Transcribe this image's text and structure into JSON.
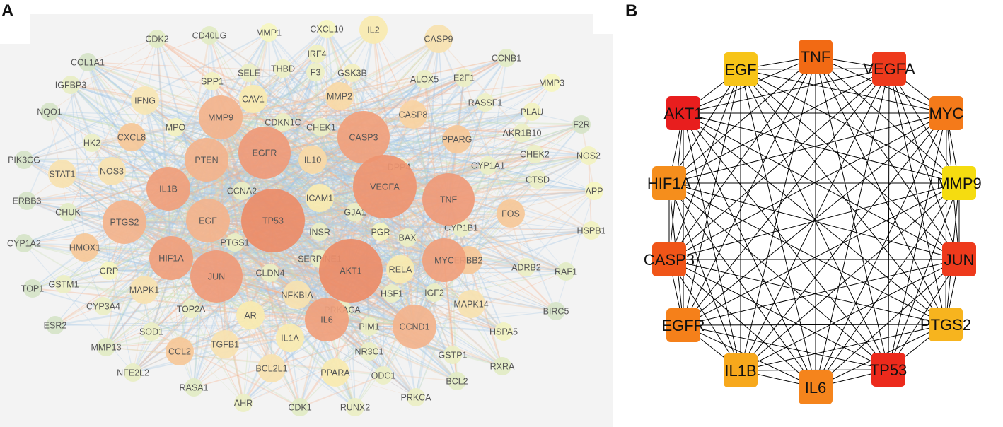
{
  "panels": {
    "a": {
      "label": "A",
      "nodes": [
        {
          "id": "CDK2",
          "size": "s",
          "color": "#e2ebc4"
        },
        {
          "id": "CD40LG",
          "size": "s",
          "color": "#e2ebc4"
        },
        {
          "id": "MMP1",
          "size": "s",
          "color": "#f6f6c0"
        },
        {
          "id": "CXCL10",
          "size": "s",
          "color": "#f6f6c0"
        },
        {
          "id": "IL2",
          "size": "m",
          "color": "#f9eab0"
        },
        {
          "id": "CASP9",
          "size": "m",
          "color": "#f7e2b0"
        },
        {
          "id": "CCNB1",
          "size": "s",
          "color": "#e2ebc4"
        },
        {
          "id": "COL1A1",
          "size": "s",
          "color": "#d6e4c8"
        },
        {
          "id": "IRF4",
          "size": "s",
          "color": "#f0f0c0"
        },
        {
          "id": "IGFBP3",
          "size": "s",
          "color": "#e8eec4"
        },
        {
          "id": "SPP1",
          "size": "s",
          "color": "#f4f2c0"
        },
        {
          "id": "SELE",
          "size": "s",
          "color": "#ecefc4"
        },
        {
          "id": "THBD",
          "size": "s",
          "color": "#eef0c4"
        },
        {
          "id": "F3",
          "size": "s",
          "color": "#eef0c4"
        },
        {
          "id": "GSK3B",
          "size": "s",
          "color": "#f3efbf"
        },
        {
          "id": "ALOX5",
          "size": "s",
          "color": "#ecefc4"
        },
        {
          "id": "E2F1",
          "size": "s",
          "color": "#ecefc4"
        },
        {
          "id": "MMP3",
          "size": "s",
          "color": "#f6f6c0"
        },
        {
          "id": "NQO1",
          "size": "s",
          "color": "#d6e4c8"
        },
        {
          "id": "IFNG",
          "size": "m",
          "color": "#f7e6b4"
        },
        {
          "id": "CAV1",
          "size": "m",
          "color": "#f9eab0"
        },
        {
          "id": "MMP2",
          "size": "m",
          "color": "#f8d9a6"
        },
        {
          "id": "RASSF1",
          "size": "s",
          "color": "#eef0c4"
        },
        {
          "id": "PLAU",
          "size": "s",
          "color": "#f2f2c0"
        },
        {
          "id": "MMP9",
          "size": "l",
          "color": "#f3b38c"
        },
        {
          "id": "MPO",
          "size": "s",
          "color": "#f4f2c0"
        },
        {
          "id": "CDKN1C",
          "size": "s",
          "color": "#ecefc4"
        },
        {
          "id": "CHEK1",
          "size": "s",
          "color": "#ecefc4"
        },
        {
          "id": "CASP8",
          "size": "m",
          "color": "#f8d3a2"
        },
        {
          "id": "F2R",
          "size": "s",
          "color": "#d6e4c8"
        },
        {
          "id": "HK2",
          "size": "s",
          "color": "#ecefc4"
        },
        {
          "id": "CXCL8",
          "size": "m",
          "color": "#f6c898"
        },
        {
          "id": "CASP3",
          "size": "xl",
          "color": "#f0a07c"
        },
        {
          "id": "PPARG",
          "size": "m",
          "color": "#f6c898"
        },
        {
          "id": "AKR1B10",
          "size": "s",
          "color": "#ecefc4"
        },
        {
          "id": "PIK3CG",
          "size": "s",
          "color": "#d6e4c8"
        },
        {
          "id": "EGFR",
          "size": "xl",
          "color": "#ef9a78"
        },
        {
          "id": "PTEN",
          "size": "l",
          "color": "#f3b38c"
        },
        {
          "id": "IL10",
          "size": "m",
          "color": "#f8d9a6"
        },
        {
          "id": "CHEK2",
          "size": "s",
          "color": "#ecefc4"
        },
        {
          "id": "NOS2",
          "size": "s",
          "color": "#f2f2c0"
        },
        {
          "id": "STAT1",
          "size": "m",
          "color": "#f7e2b0"
        },
        {
          "id": "NOS3",
          "size": "m",
          "color": "#f7e2b0"
        },
        {
          "id": "DPP4",
          "size": "s",
          "color": "#ecefc4"
        },
        {
          "id": "CYP1A1",
          "size": "s",
          "color": "#ecefc4"
        },
        {
          "id": "CTSD",
          "size": "s",
          "color": "#ecefc4"
        },
        {
          "id": "APP",
          "size": "s",
          "color": "#f6f6c0"
        },
        {
          "id": "ERBB3",
          "size": "s",
          "color": "#d6e4c8"
        },
        {
          "id": "IL1B",
          "size": "l",
          "color": "#f0a07c"
        },
        {
          "id": "CCNA2",
          "size": "s",
          "color": "#ecefc4"
        },
        {
          "id": "VEGFA",
          "size": "xxl",
          "color": "#ee9470"
        },
        {
          "id": "TNF",
          "size": "xl",
          "color": "#ef9a78"
        },
        {
          "id": "CHUK",
          "size": "s",
          "color": "#e2ebc4"
        },
        {
          "id": "ICAM1",
          "size": "m",
          "color": "#f9eab0"
        },
        {
          "id": "GJA1",
          "size": "s",
          "color": "#ecefc4"
        },
        {
          "id": "FOS",
          "size": "m",
          "color": "#f6c898"
        },
        {
          "id": "PTGS2",
          "size": "l",
          "color": "#f3b38c"
        },
        {
          "id": "EGF",
          "size": "l",
          "color": "#f3b38c"
        },
        {
          "id": "TP53",
          "size": "xxl",
          "color": "#ec8c68"
        },
        {
          "id": "CYP1A2",
          "size": "s",
          "color": "#d6e4c8"
        },
        {
          "id": "HSPB1",
          "size": "s",
          "color": "#f2f2c0"
        },
        {
          "id": "INSR",
          "size": "s",
          "color": "#ecefc4"
        },
        {
          "id": "PGR",
          "size": "s",
          "color": "#f6f6c0"
        },
        {
          "id": "CYP1B1",
          "size": "s",
          "color": "#ecefc4"
        },
        {
          "id": "HMOX1",
          "size": "m",
          "color": "#f6c898"
        },
        {
          "id": "BAX",
          "size": "s",
          "color": "#ecefc4"
        },
        {
          "id": "PTGS1",
          "size": "s",
          "color": "#ecefc4"
        },
        {
          "id": "HIF1A",
          "size": "l",
          "color": "#f0a07c"
        },
        {
          "id": "SERPINE1",
          "size": "s",
          "color": "#ecefc4"
        },
        {
          "id": "MYC",
          "size": "l",
          "color": "#f0a07c"
        },
        {
          "id": "ERBB2",
          "size": "m",
          "color": "#f6c898"
        },
        {
          "id": "CRP",
          "size": "s",
          "color": "#f6f6c0"
        },
        {
          "id": "JUN",
          "size": "xl",
          "color": "#ef9a78"
        },
        {
          "id": "CLDN4",
          "size": "s",
          "color": "#ecefc4"
        },
        {
          "id": "AKT1",
          "size": "xxl",
          "color": "#ec8c68"
        },
        {
          "id": "RELA",
          "size": "m",
          "color": "#f9eab0"
        },
        {
          "id": "ADRB2",
          "size": "s",
          "color": "#ecefc4"
        },
        {
          "id": "RAF1",
          "size": "s",
          "color": "#e2ebc4"
        },
        {
          "id": "TOP1",
          "size": "s",
          "color": "#d6e4c8"
        },
        {
          "id": "GSTM1",
          "size": "s",
          "color": "#ecefc4"
        },
        {
          "id": "MAPK1",
          "size": "m",
          "color": "#f7e2b0"
        },
        {
          "id": "NFKBIA",
          "size": "m",
          "color": "#f7e2b0"
        },
        {
          "id": "HSF1",
          "size": "s",
          "color": "#ecefc4"
        },
        {
          "id": "IGF2",
          "size": "s",
          "color": "#ecefc4"
        },
        {
          "id": "CYP3A4",
          "size": "s",
          "color": "#ecefc4"
        },
        {
          "id": "MAPK14",
          "size": "m",
          "color": "#f7e2b0"
        },
        {
          "id": "TOP2A",
          "size": "s",
          "color": "#ecefc4"
        },
        {
          "id": "AR",
          "size": "m",
          "color": "#f9eab0"
        },
        {
          "id": "PRKACA",
          "size": "s",
          "color": "#ecefc4"
        },
        {
          "id": "BIRC5",
          "size": "s",
          "color": "#d6e4c8"
        },
        {
          "id": "ESR2",
          "size": "s",
          "color": "#d6e4c8"
        },
        {
          "id": "IL6",
          "size": "l",
          "color": "#f0a07c"
        },
        {
          "id": "PIM1",
          "size": "s",
          "color": "#ecefc4"
        },
        {
          "id": "SOD1",
          "size": "s",
          "color": "#ecefc4"
        },
        {
          "id": "CCND1",
          "size": "l",
          "color": "#f3b38c"
        },
        {
          "id": "HSPA5",
          "size": "s",
          "color": "#f2f2c0"
        },
        {
          "id": "IL1A",
          "size": "m",
          "color": "#f9eab0"
        },
        {
          "id": "MMP13",
          "size": "s",
          "color": "#e2ebc4"
        },
        {
          "id": "TGFB1",
          "size": "m",
          "color": "#f7e2b0"
        },
        {
          "id": "NR3C1",
          "size": "s",
          "color": "#ecefc4"
        },
        {
          "id": "CCL2",
          "size": "m",
          "color": "#f6c898"
        },
        {
          "id": "GSTP1",
          "size": "s",
          "color": "#ecefc4"
        },
        {
          "id": "RXRA",
          "size": "s",
          "color": "#e2ebc4"
        },
        {
          "id": "NFE2L2",
          "size": "s",
          "color": "#e8eec4"
        },
        {
          "id": "BCL2L1",
          "size": "m",
          "color": "#f7e2b0"
        },
        {
          "id": "PPARA",
          "size": "m",
          "color": "#f9eab0"
        },
        {
          "id": "ODC1",
          "size": "s",
          "color": "#ecefc4"
        },
        {
          "id": "BCL2",
          "size": "s",
          "color": "#e2ebc4"
        },
        {
          "id": "RASA1",
          "size": "s",
          "color": "#e2ebc4"
        },
        {
          "id": "PRKCA",
          "size": "s",
          "color": "#ecefc4"
        },
        {
          "id": "AHR",
          "size": "s",
          "color": "#ecefc4"
        },
        {
          "id": "CDK1",
          "size": "s",
          "color": "#e2ebc4"
        },
        {
          "id": "RUNX2",
          "size": "s",
          "color": "#ecefc4"
        }
      ]
    },
    "b": {
      "label": "B",
      "nodes": [
        {
          "id": "TNF",
          "color": "#f26a14"
        },
        {
          "id": "VEGFA",
          "color": "#ee3a1c"
        },
        {
          "id": "MYC",
          "color": "#f47a1a"
        },
        {
          "id": "MMP9",
          "color": "#f5dc10"
        },
        {
          "id": "JUN",
          "color": "#ee3a1c"
        },
        {
          "id": "PTGS2",
          "color": "#f7b41e"
        },
        {
          "id": "TP53",
          "color": "#ec2a1c"
        },
        {
          "id": "IL6",
          "color": "#f5841c"
        },
        {
          "id": "IL1B",
          "color": "#f7a81c"
        },
        {
          "id": "EGFR",
          "color": "#f5801a"
        },
        {
          "id": "CASP3",
          "color": "#f05518"
        },
        {
          "id": "HIF1A",
          "color": "#f58e1c"
        },
        {
          "id": "AKT1",
          "color": "#e81e1e"
        },
        {
          "id": "EGF",
          "color": "#f7c418"
        }
      ]
    }
  }
}
